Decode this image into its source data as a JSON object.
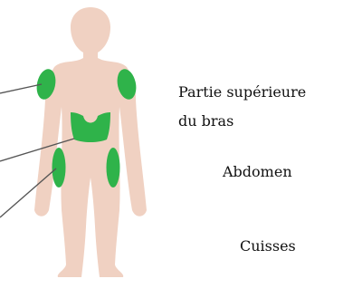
{
  "labels": {
    "upper_arm_line1": "Partie supérieure",
    "upper_arm_line2": "du bras",
    "abdomen": "Abdomen",
    "thighs": "Cuisses"
  },
  "colors": {
    "skin": "#F0D1C2",
    "injection_zone": "#2FB34A",
    "pointer_line": "#555555"
  }
}
